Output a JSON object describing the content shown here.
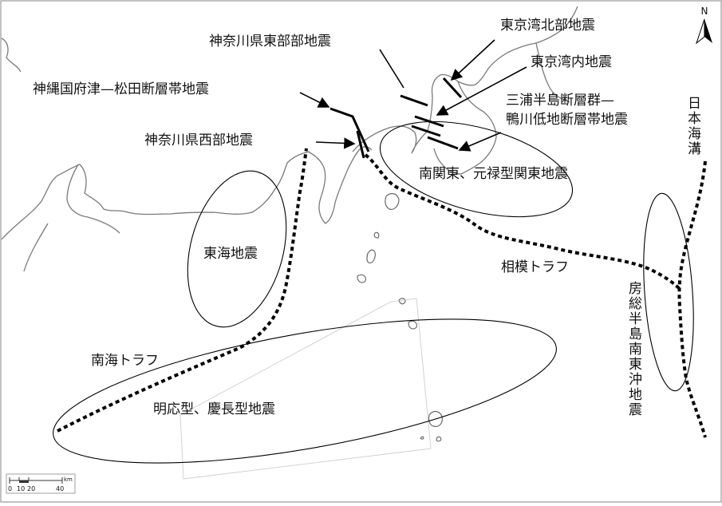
{
  "labels": {
    "kanagawa_east": "神奈川県東部部地震",
    "tokyo_bay_north": "東京湾北部地震",
    "tokyo_bay_inner": "東京湾内地震",
    "kozu_matsuda": "神縄国府津—松田断層帯地震",
    "miura_line1": "三浦半島断層群—",
    "miura_line2": "鴨川低地断層帯地震",
    "kanagawa_west": "神奈川県西部地震",
    "minami_kanto": "南関東、元禄型関東地震",
    "tokai": "東海地震",
    "sagami_trough": "相模トラフ",
    "nankai_trough": "南海トラフ",
    "meio_keicho": "明応型、慶長型地震",
    "japan_trench": "日本海溝",
    "boso_southeast": "房総半島南東沖地震"
  },
  "north_arrow": {
    "letter": "N"
  },
  "scale_bar": {
    "unit": "km",
    "ticks": [
      "0",
      "10",
      "20",
      "40"
    ]
  }
}
